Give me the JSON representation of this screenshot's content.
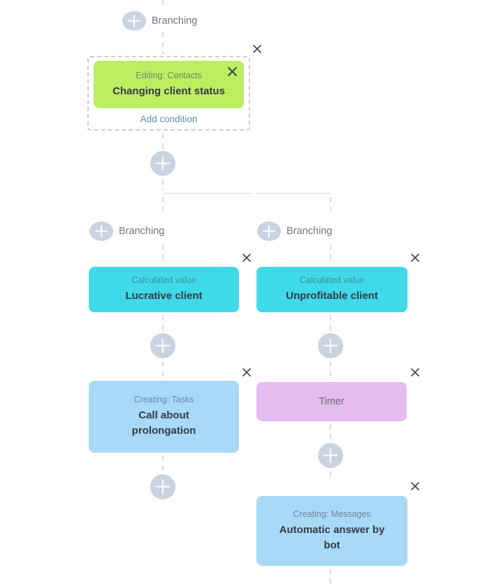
{
  "colors": {
    "card_green": "#bcee62",
    "card_cyan": "#40d9e9",
    "card_blue": "#a8d9f7",
    "card_pink": "#e6bcf0",
    "plus_circle": "#c9d4e0",
    "link_teal": "#5a93a4",
    "title_text": "#333b45"
  },
  "icons": {
    "plus": "plus-icon",
    "close": "close-icon"
  },
  "top_branch": {
    "branching_label": "Branching",
    "condition_group": {
      "card": {
        "subtitle": "Editing: Contacts",
        "title": "Changing client status"
      },
      "add_condition_label": "Add condition"
    }
  },
  "left_branch": {
    "branching_label": "Branching",
    "calculated_card": {
      "subtitle": "Calculated value",
      "title": "Lucrative client"
    },
    "task_card": {
      "subtitle": "Creating: Tasks",
      "title": "Call about prolongation"
    }
  },
  "right_branch": {
    "branching_label": "Branching",
    "calculated_card": {
      "subtitle": "Calculated value",
      "title": "Unprofitable client"
    },
    "timer_card": {
      "title": "Timer"
    },
    "message_card": {
      "subtitle": "Creating: Messages",
      "title": "Automatic answer by bot"
    }
  }
}
